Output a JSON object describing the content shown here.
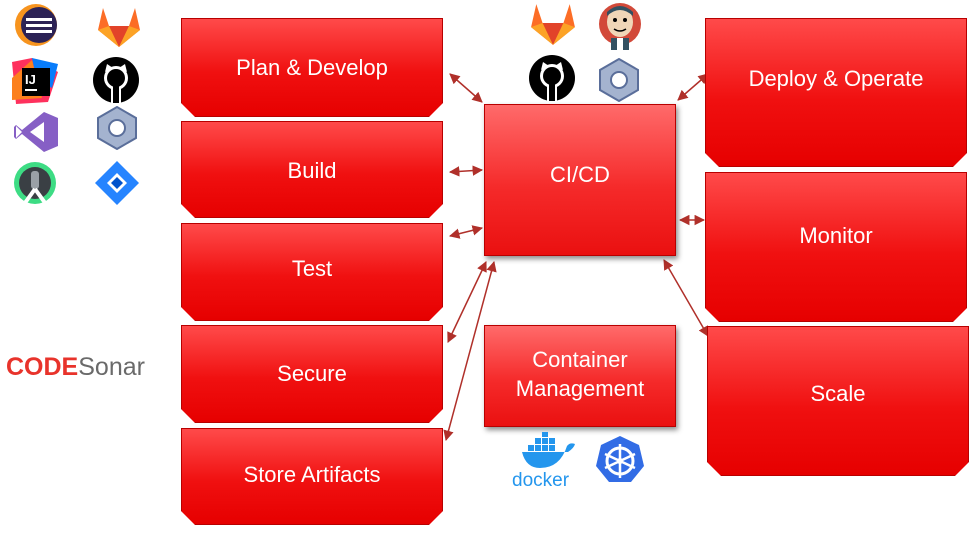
{
  "stages": {
    "plan": "Plan & Develop",
    "build": "Build",
    "test": "Test",
    "secure": "Secure",
    "store": "Store Artifacts",
    "cicd": "CI/CD",
    "container_line1": "Container",
    "container_line2": "Management",
    "deploy": "Deploy & Operate",
    "monitor": "Monitor",
    "scale": "Scale"
  },
  "logos": {
    "codesonar_code": "CODE",
    "codesonar_sonar": "Sonar",
    "docker": "docker"
  },
  "colors": {
    "box_red": "#f01010",
    "arrow": "#b0302a",
    "docker_blue": "#2496ed",
    "kubernetes_blue": "#326ce5",
    "gitlab_orange": "#fc6d26",
    "jira_blue": "#2684ff"
  }
}
